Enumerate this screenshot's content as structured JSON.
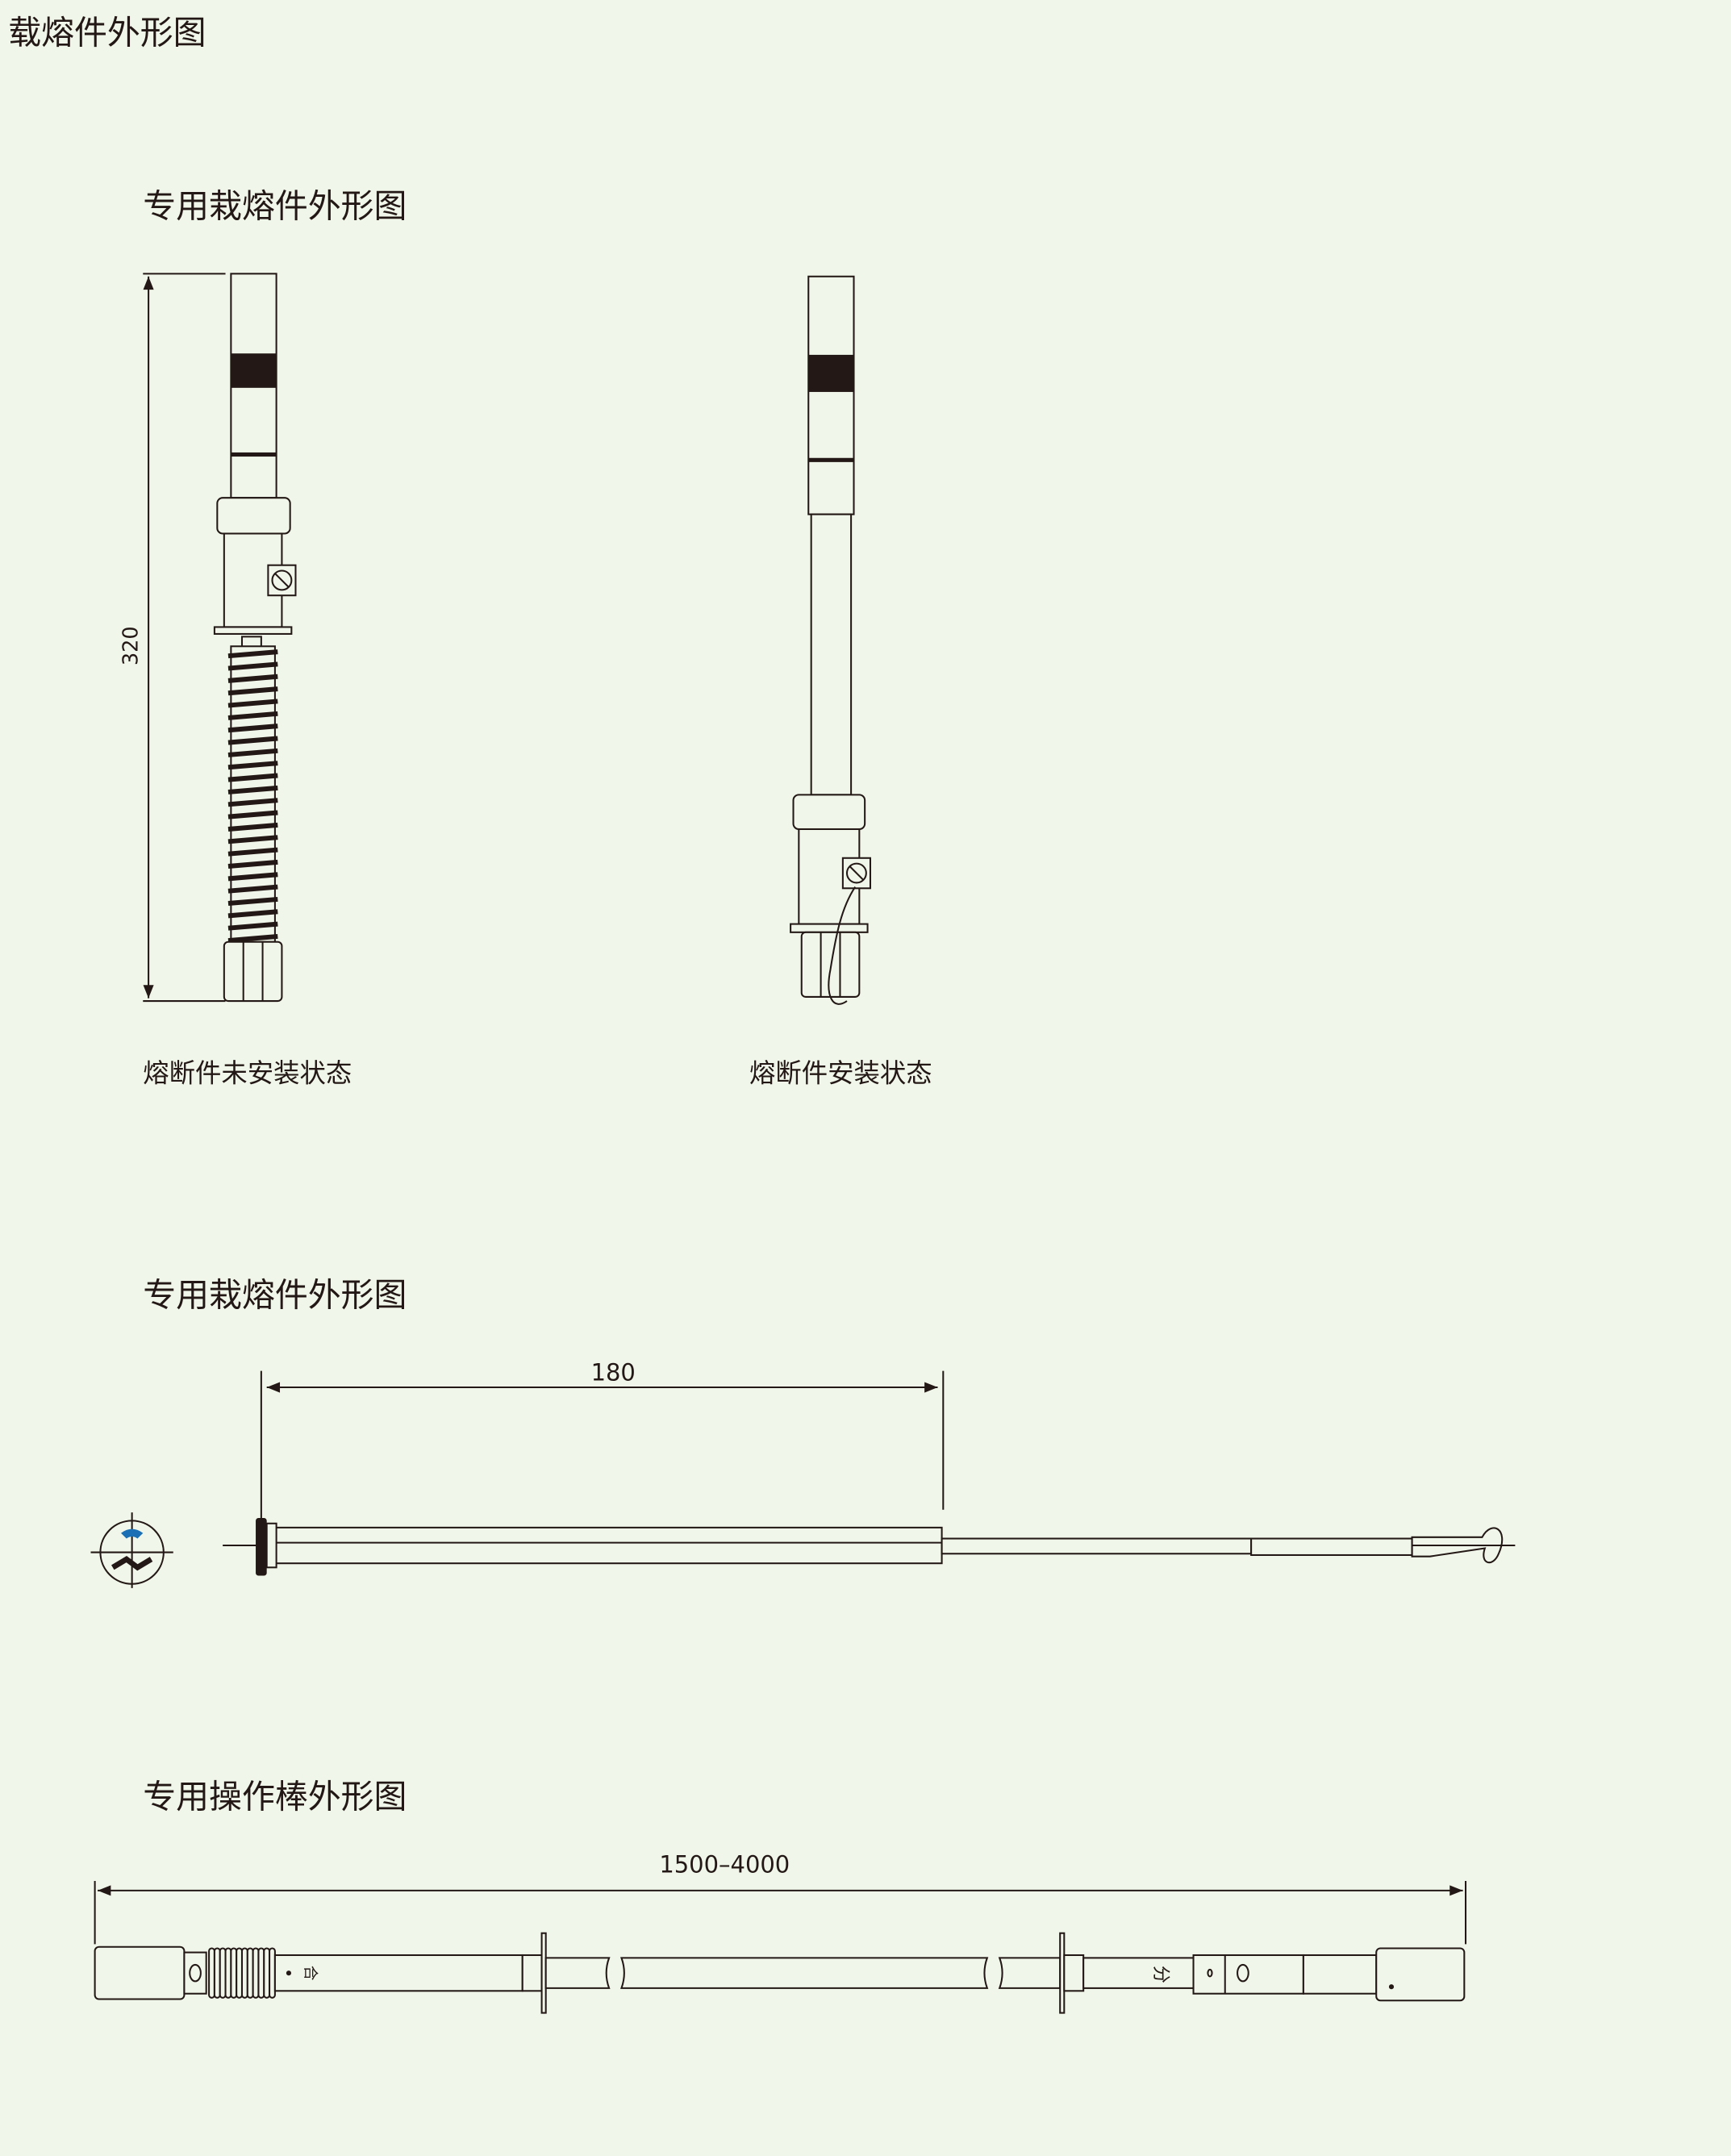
{
  "page_title": "载熔件外形图",
  "sections": [
    {
      "heading": "专用栽熔件外形图",
      "captions": [
        "熔断件未安装状态",
        "熔断件安装状态"
      ],
      "dimension": "320"
    },
    {
      "heading": "专用栽熔件外形图",
      "dimension": "180"
    },
    {
      "heading": "专用操作棒外形图",
      "dimension": "1500–4000",
      "marks": [
        "合",
        "分"
      ]
    }
  ],
  "colors": {
    "background": "#f0f6e9",
    "ink": "#231815",
    "accent": "#1a6fb5"
  }
}
